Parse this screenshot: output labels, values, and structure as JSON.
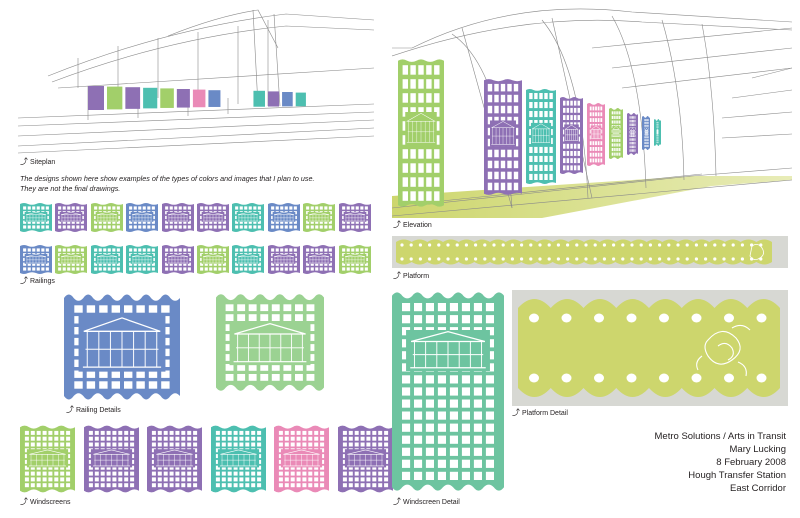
{
  "captions": {
    "siteplan": "Siteplan",
    "elevation": "Elevation",
    "platform": "Platform",
    "railings": "Railings",
    "railing_details": "Railing Details",
    "platform_detail": "Platform Detail",
    "windscreens": "Windscreens",
    "windscreen_detail": "Windscreen Detail"
  },
  "caption_glyph": "⤴",
  "note": {
    "line1": "The designs shown here show examples of the types of colors and images that I plan to use.",
    "line2": "They are not the final drawings."
  },
  "credits": {
    "line1": "Metro Solutions / Arts in Transit",
    "line2": "Mary Lucking",
    "line3": "8 February 2008",
    "line4": "Hough Transfer Station",
    "line5": "East Corridor"
  },
  "colors": {
    "teal": "#4dbfb0",
    "purple": "#8e70b4",
    "green": "#a2cf6a",
    "blue": "#6a8ac6",
    "pink": "#ea8ab7",
    "mint": "#6dc4a0",
    "light_green": "#9bd292",
    "platform_yellow": "#cdd66d",
    "line": "#8a8a8a"
  },
  "railing_rows": [
    [
      "teal",
      "purple",
      "green",
      "blue",
      "purple",
      "purple",
      "teal",
      "blue",
      "green",
      "purple"
    ],
    [
      "blue",
      "green",
      "teal",
      "teal",
      "purple",
      "green",
      "teal",
      "purple",
      "purple",
      "green"
    ]
  ],
  "windscreen_colors": [
    "green",
    "purple",
    "purple",
    "teal",
    "pink",
    "purple"
  ],
  "elevation_panels": [
    "green",
    "purple",
    "teal",
    "purple",
    "pink",
    "green",
    "purple",
    "blue",
    "teal"
  ],
  "siteplan_panels": [
    "purple",
    "green",
    "purple",
    "teal",
    "green",
    "purple",
    "pink",
    "blue",
    "teal",
    "purple",
    "blue",
    "teal"
  ]
}
